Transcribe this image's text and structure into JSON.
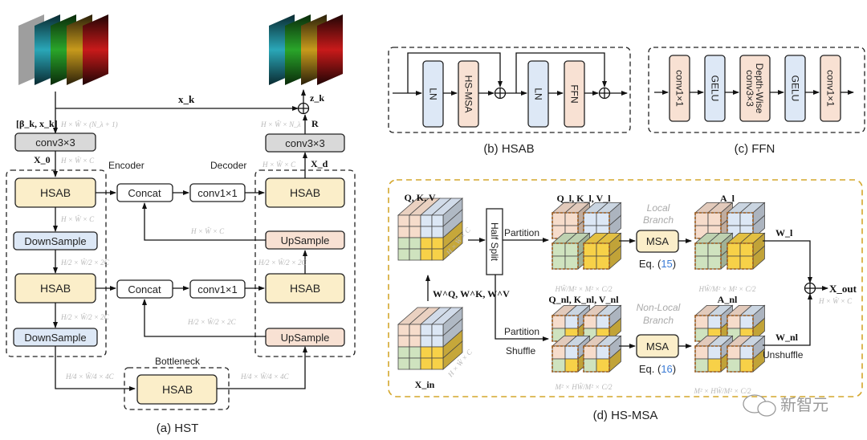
{
  "colors": {
    "hsab_fill": "#fbeec9",
    "downsample_fill": "#dde8f6",
    "upsample_fill": "#f8e1d3",
    "conv_gray_fill": "#d9d9d9",
    "ln_fill": "#dde8f6",
    "orange_block_fill": "#f8e1d3",
    "hsmsa_border": "#d4a72c",
    "partition_border": "#9a5a1e",
    "eq_link": "#3a7bd5",
    "cube_peach": "#f6dccb",
    "cube_blue": "#dce7f5",
    "cube_green": "#cfe3bf",
    "cube_yellow": "#f7d148"
  },
  "hst": {
    "caption": "(a) HST",
    "input_label": "[β_k, x_k]",
    "input_dim": "H × Ŵ × (N_λ + 1)",
    "skip_label": "x_k",
    "output_label": "z_k",
    "residual_label": "R",
    "residual_dim": "H × Ŵ × N_λ",
    "conv_in": "conv3×3",
    "conv_out": "conv3×3",
    "x0_label": "X_0",
    "x0_dim": "H × Ŵ × C",
    "xd_label": "X_d",
    "xd_dim": "H × Ŵ × C",
    "encoder_label": "Encoder",
    "decoder_label": "Decoder",
    "bottleneck_label": "Bottleneck",
    "blocks": {
      "hsab": "HSAB",
      "downsample": "DownSample",
      "upsample": "UpSample",
      "concat": "Concat",
      "conv1": "conv1×1"
    },
    "dims": {
      "d1": "H × Ŵ × C",
      "d2": "H/2 × Ŵ/2 × 2C",
      "d4": "H/4 × Ŵ/4 × 4C"
    }
  },
  "hsab": {
    "caption": "(b) HSAB",
    "blocks": [
      "LN",
      "HS-MSA",
      "LN",
      "FFN"
    ]
  },
  "ffn": {
    "caption": "(c) FFN",
    "blocks": [
      "conv1×1",
      "GELU",
      "Depth-Wise",
      "conv3×3",
      "GELU",
      "conv1×1"
    ]
  },
  "hsmsa": {
    "caption": "(d) HS-MSA",
    "qkv_label": "Q, K, V",
    "qkv_dim": "H × Ŵ × C",
    "weights_label": "W^Q, W^K, W^V",
    "xin_label": "X_in",
    "xin_dim": "H × Ŵ × C",
    "half_split": "Half Split",
    "partition": "Partition",
    "shuffle": "Shuffle",
    "unshuffle": "Unshuffle",
    "local_label": "Q_l, K_l, V_l",
    "nonlocal_label": "Q_nl, K_nl, V_nl",
    "local_dim": "HŴ/M² × M² × C/2",
    "nonlocal_dim": "M² × HŴ/M² × C/2",
    "local_branch": [
      "Local",
      "Branch"
    ],
    "nonlocal_branch": [
      "Non-Local",
      "Branch"
    ],
    "msa": "MSA",
    "eq_prefix": "Eq. (",
    "eq_local": "15",
    "eq_nonlocal": "16",
    "eq_suffix": ")",
    "al_label": "A_l",
    "anl_label": "A_nl",
    "wl_label": "W_l",
    "wnl_label": "W_nl",
    "xout_label": "X_out",
    "xout_dim": "H × Ŵ × C"
  },
  "watermark": "新智元"
}
